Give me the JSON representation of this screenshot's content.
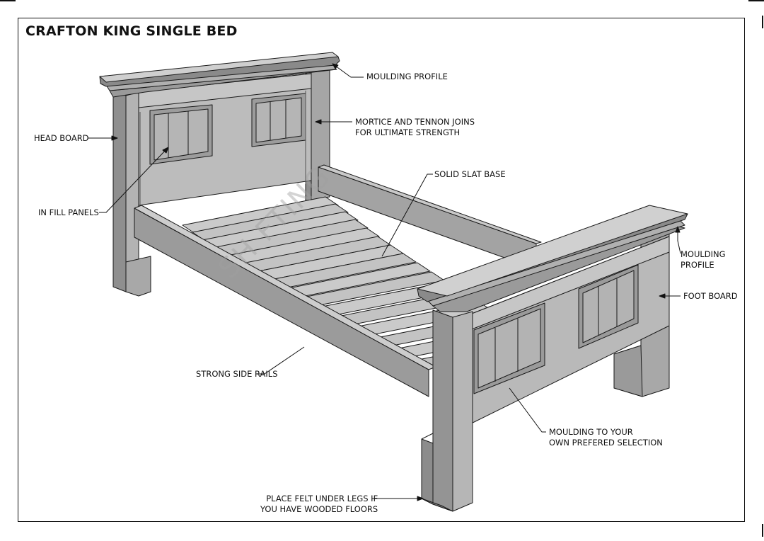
{
  "title": "CRAFTON KING SINGLE BED",
  "watermark": "SH        FTING",
  "callouts": {
    "moulding_profile_top": "MOULDING PROFILE",
    "mortice_line1": "MORTICE AND TENNON JOINS",
    "mortice_line2": "FOR ULTIMATE STRENGTH",
    "head_board": "HEAD BOARD",
    "solid_slat_base": "SOLID SLAT BASE",
    "in_fill_panels": "IN FILL PANELS",
    "moulding_profile_right_line1": "MOULDING",
    "moulding_profile_right_line2": "PROFILE",
    "foot_board": "FOOT BOARD",
    "strong_side_rails": "STRONG SIDE RAILS",
    "moulding_selection_line1": "MOULDING TO YOUR",
    "moulding_selection_line2": "OWN PREFERED SELECTION",
    "felt_line1": "PLACE FELT UNDER LEGS IF",
    "felt_line2": "YOU HAVE WOODED FLOORS"
  },
  "colors": {
    "stroke": "#1a1a1a",
    "face_light": "#bdbdbd",
    "face_mid": "#a4a4a4",
    "face_dark": "#8c8c8c",
    "slat": "#c8c8c8"
  }
}
